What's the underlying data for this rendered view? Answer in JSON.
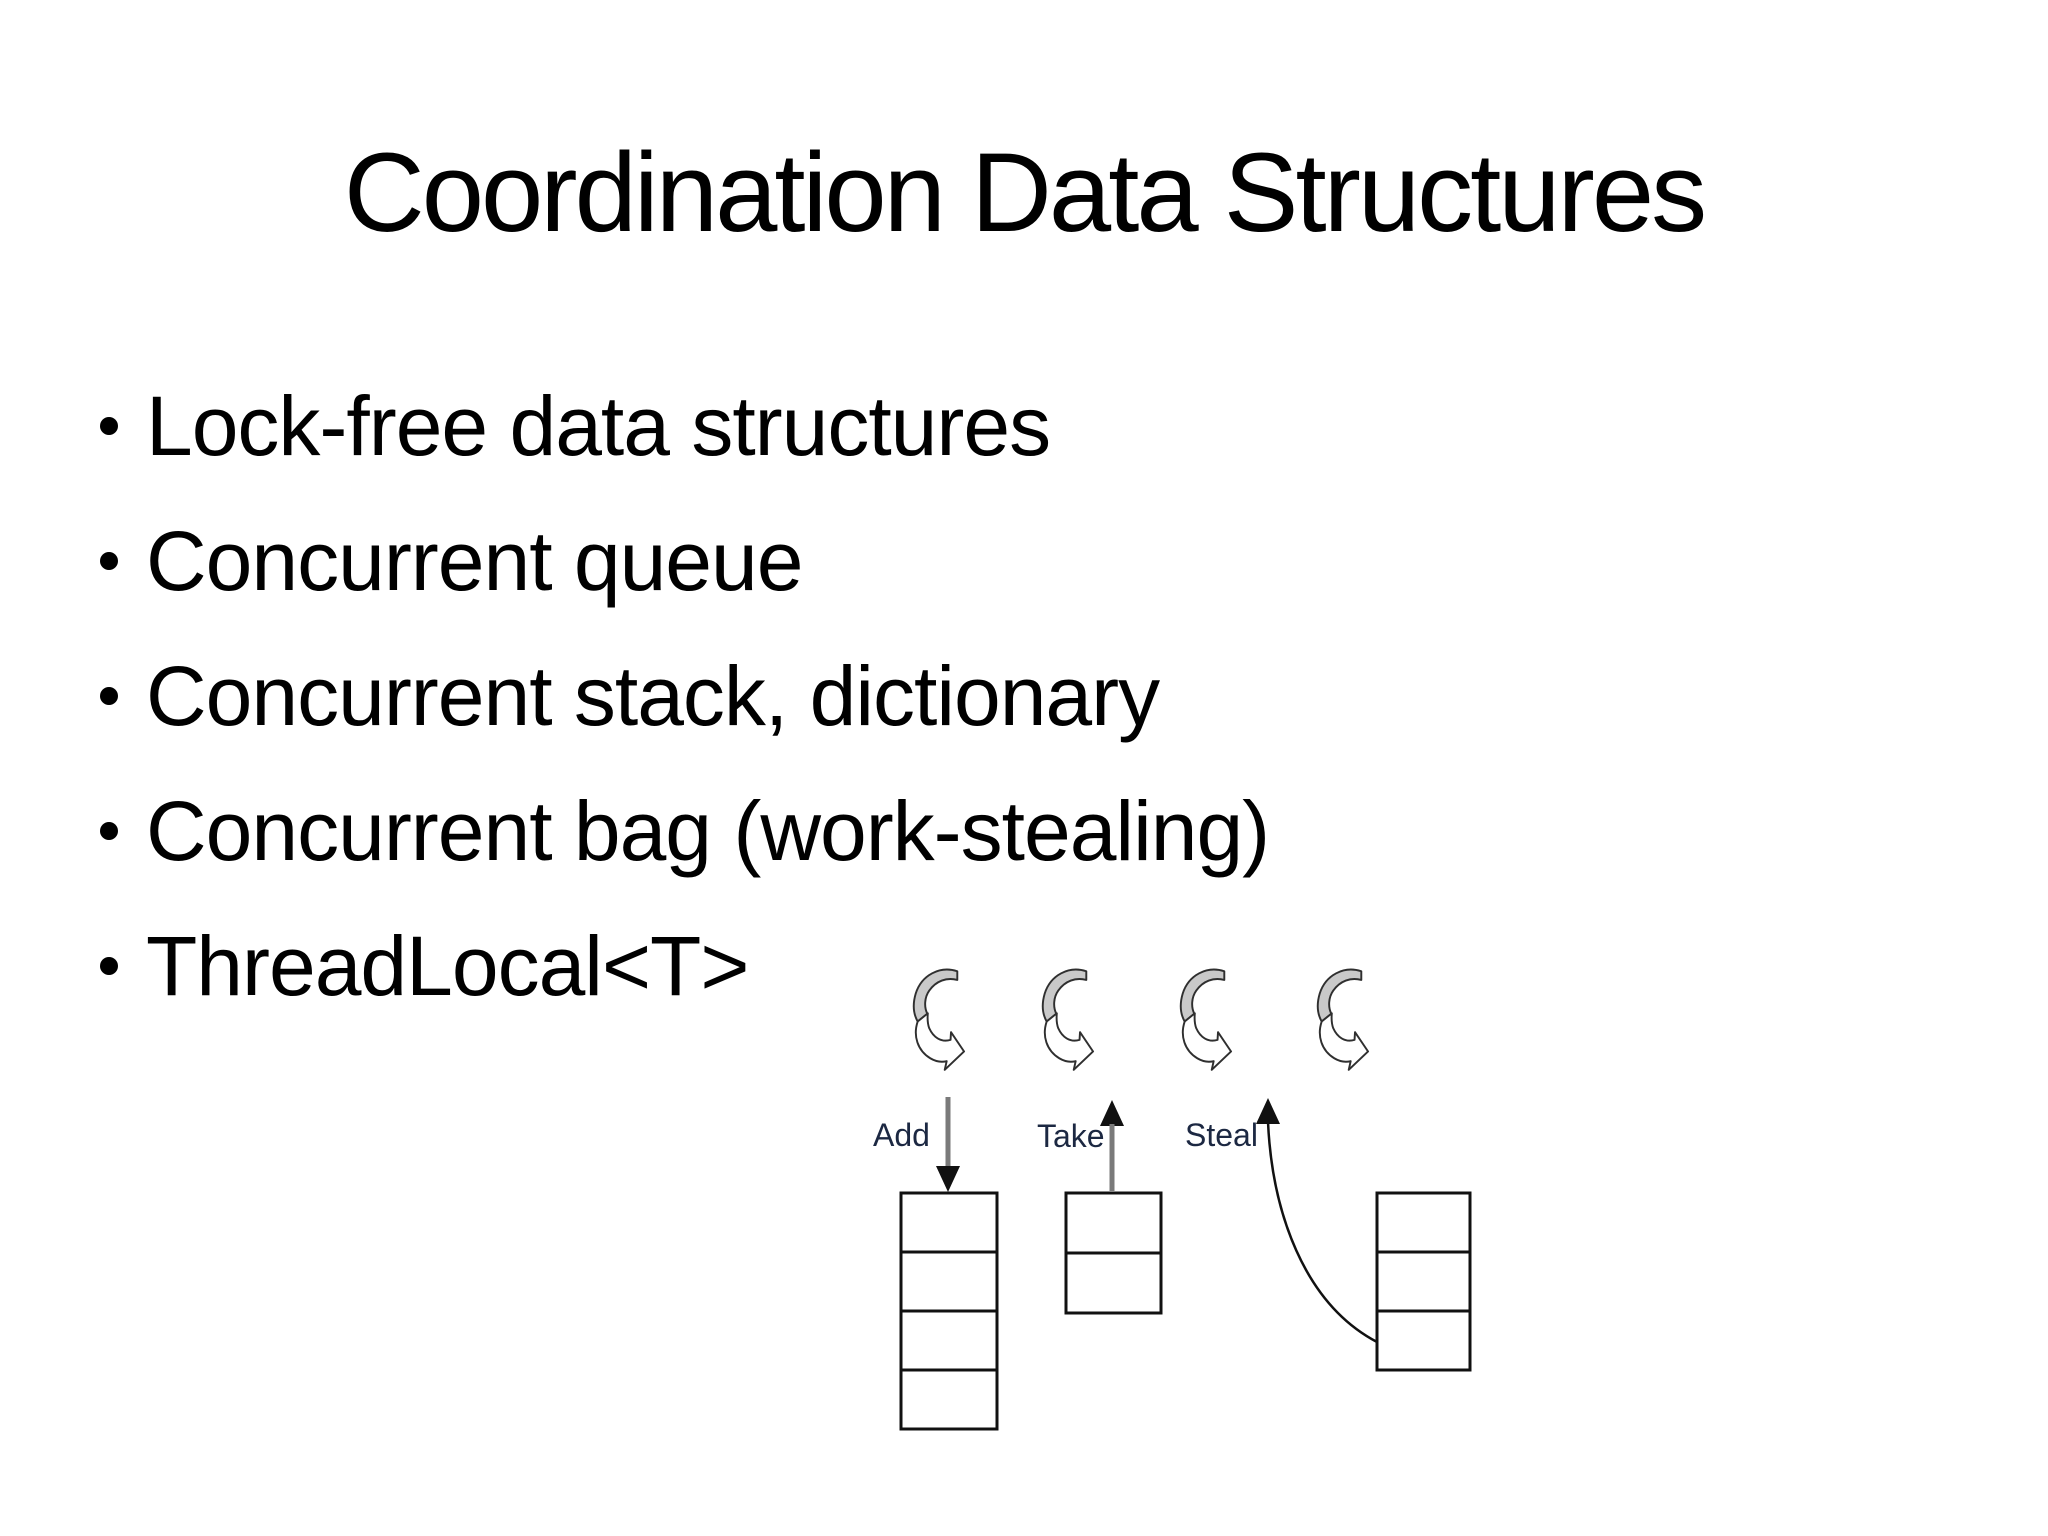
{
  "slide": {
    "title": "Coordination Data Structures",
    "bullets": [
      "Lock-free data structures",
      "Concurrent queue",
      "Concurrent stack, dictionary",
      "Concurrent bag (work-stealing)",
      "ThreadLocal<T>"
    ]
  },
  "diagram": {
    "labels": {
      "add": "Add",
      "take": "Take",
      "steal": "Steal"
    },
    "thread_icons": 4,
    "stacks": [
      {
        "cells": 4
      },
      {
        "cells": 2
      },
      {
        "cells": 3
      }
    ],
    "colors": {
      "ribbon_gray": "#c9c9c9",
      "arrow_line_gray": "#7a7a7a",
      "ink": "#111111",
      "label_ink": "#1c2842",
      "background": "#ffffff"
    }
  }
}
